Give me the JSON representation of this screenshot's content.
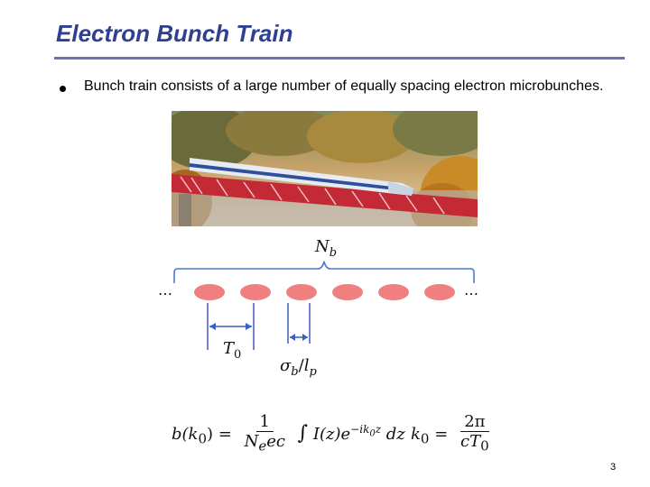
{
  "slide": {
    "title": "Electron Bunch Train",
    "bullet_text": "Bunch train consists of a large number of equally spacing electron microbunches.",
    "page_number": "3"
  },
  "diagram": {
    "label_nb": "N",
    "label_nb_sub": "b",
    "ellipsis_left": "…",
    "ellipsis_right": "…",
    "label_t0": "T",
    "label_t0_sub": "0",
    "label_sigma": "σ",
    "label_sigma_sub": "b",
    "label_slash": "/",
    "label_ip": "l",
    "label_ip_sub": "p",
    "bunch_count": 6,
    "colors": {
      "bunch": "#f08080",
      "bracket": "#4e79c8",
      "marker": "#3a5fc0"
    }
  },
  "formulas": {
    "left_lhs": "b(k",
    "left_lhs_sub": "0",
    "left_lhs_close": ") =",
    "left_num": "1",
    "left_den": "N",
    "left_den_sub": "e",
    "left_den_rest": "ec",
    "left_integral": "∫",
    "left_body": "I(z)e",
    "left_exp": "−ik",
    "left_exp_sub": "0",
    "left_exp_rest": "z",
    "left_tail": "dz",
    "right_lhs": "k",
    "right_lhs_sub": "0",
    "right_eq": "=",
    "right_num": "2π",
    "right_den": "cT",
    "right_den_sub": "0"
  },
  "photo": {
    "alt": "Passenger train on a red truss bridge at sunset"
  }
}
